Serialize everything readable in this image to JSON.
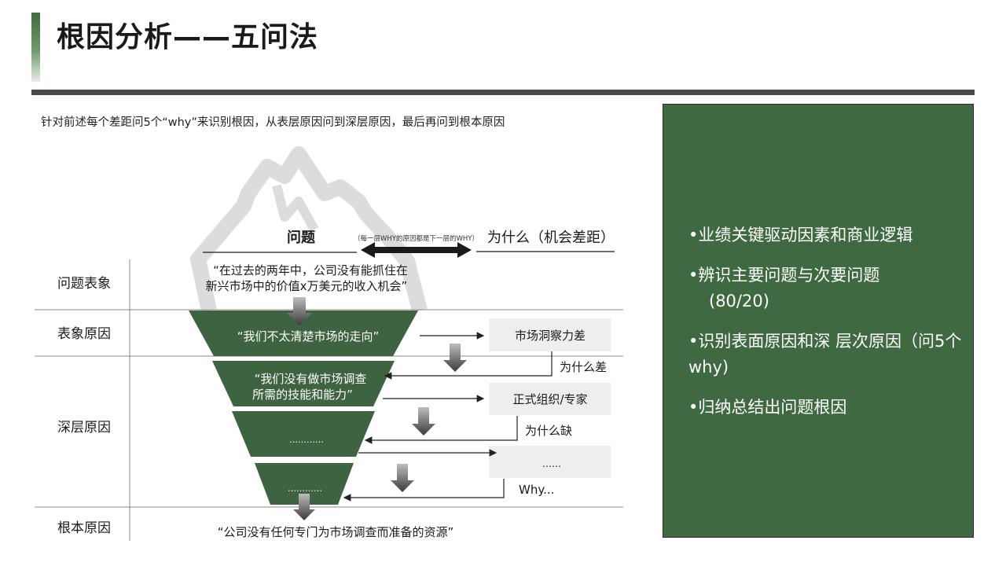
{
  "slide": {
    "title": "根因分析——五问法",
    "intro": "针对前述每个差距问5个“why”来识别根因，从表层原因问到深层原因，最后再问到根本原因"
  },
  "diagram": {
    "header_question": "问题",
    "header_note": "（每一层WHY的原因都是下一层的WHY）",
    "header_why": "为什么（机会差距）",
    "rows": {
      "symptom": "问题表象",
      "surface": "表象原因",
      "deep": "深层原因",
      "root": "根本原因"
    },
    "problem_statement": {
      "line1": "“在过去的两年中，公司没有能抓住在",
      "line2": "新兴市场中的价值x万美元的收入机会”"
    },
    "layers": {
      "l1": "“我们不太清楚市场的走向”",
      "l2_line1": "“我们没有做市场调查",
      "l2_line2": "所需的技能和能力”",
      "l3": "…………",
      "l4": "…………"
    },
    "side_boxes": {
      "b1": "市场洞察力差",
      "b2": "正式组织/专家",
      "b3": "……"
    },
    "why_labels": {
      "w1": "为什么差",
      "w2": "为什么缺",
      "w3": "Why..."
    },
    "root_statement": "“公司没有任何专门为市场调查而准备的资源”"
  },
  "panel": {
    "b1": "•业绩关键驱动因素和商业逻辑",
    "b2": "•辨识主要问题与次要问题",
    "b2_sub": "(80/20)",
    "b3": "•识别表面原因和深 层次原因（问5个why)",
    "b4": "•归纳总结出问题根因"
  },
  "colors": {
    "accent_green": "#3f6a41",
    "layer_green": "#3d6340",
    "title_rule": "#4a4a4a",
    "box_gray": "#eeeeee"
  }
}
